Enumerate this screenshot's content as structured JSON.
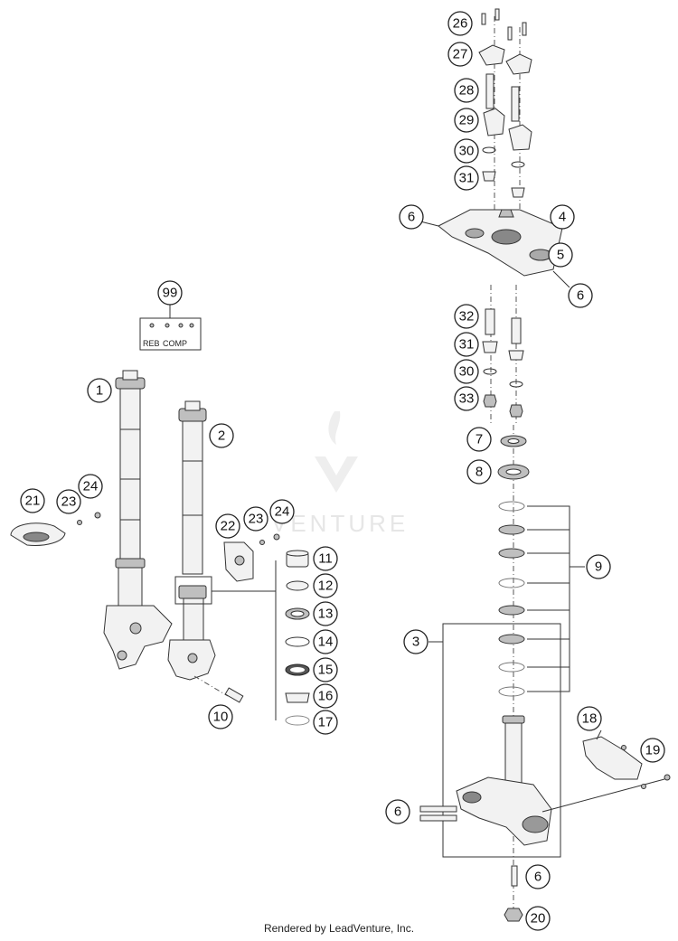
{
  "footer": "Rendered by LeadVenture, Inc.",
  "watermark": "VENTURE",
  "card": {
    "label_left": "REB",
    "label_right": "COMP"
  },
  "callouts": {
    "c1": "1",
    "c2": "2",
    "c3": "3",
    "c4": "4",
    "c5": "5",
    "c6a": "6",
    "c6b": "6",
    "c6c": "6",
    "c6d": "6",
    "c7": "7",
    "c8": "8",
    "c9": "9",
    "c10": "10",
    "c11": "11",
    "c12": "12",
    "c13": "13",
    "c14": "14",
    "c15": "15",
    "c16": "16",
    "c17": "17",
    "c18": "18",
    "c19": "19",
    "c20": "20",
    "c21": "21",
    "c22": "22",
    "c23a": "23",
    "c23b": "23",
    "c24a": "24",
    "c24b": "24",
    "c26": "26",
    "c27": "27",
    "c28": "28",
    "c29": "29",
    "c30a": "30",
    "c30b": "30",
    "c31a": "31",
    "c31b": "31",
    "c32": "32",
    "c33": "33",
    "c99": "99"
  }
}
